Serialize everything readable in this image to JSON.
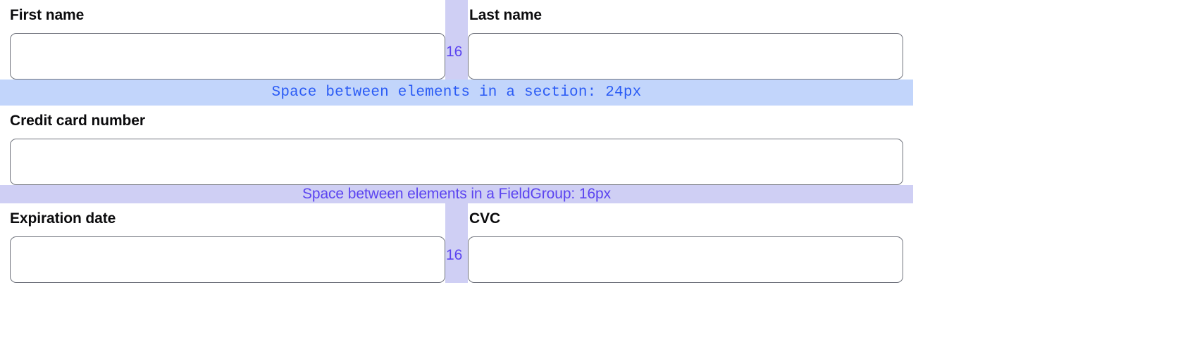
{
  "form": {
    "rows": [
      {
        "id": "name-row",
        "left": {
          "label": "First name",
          "value": "",
          "placeholder": ""
        },
        "gap": {
          "label": "16"
        },
        "right": {
          "label": "Last name",
          "value": "",
          "placeholder": ""
        }
      },
      {
        "id": "card-row",
        "full": {
          "label": "Credit card number",
          "value": "",
          "placeholder": ""
        }
      },
      {
        "id": "expiry-row",
        "left": {
          "label": "Expiration date",
          "value": "",
          "placeholder": ""
        },
        "gap": {
          "label": "16"
        },
        "right": {
          "label": "CVC",
          "value": "",
          "placeholder": ""
        }
      }
    ]
  },
  "annotations": {
    "section_band": {
      "text": "Space between elements in a section: 24px",
      "color": "#2a5bf5",
      "background": "#c2d5fb"
    },
    "fieldgroup_band": {
      "text": "Space between elements in a FieldGroup: 16px",
      "color": "#5b44f0",
      "background": "#cfcff4"
    },
    "column_gap": {
      "label": "16",
      "color": "#5b44f0",
      "background": "#cfcff4"
    }
  },
  "colors": {
    "input_border": "#70737d",
    "label_text": "#0b0b0d",
    "page_background": "#ffffff"
  }
}
